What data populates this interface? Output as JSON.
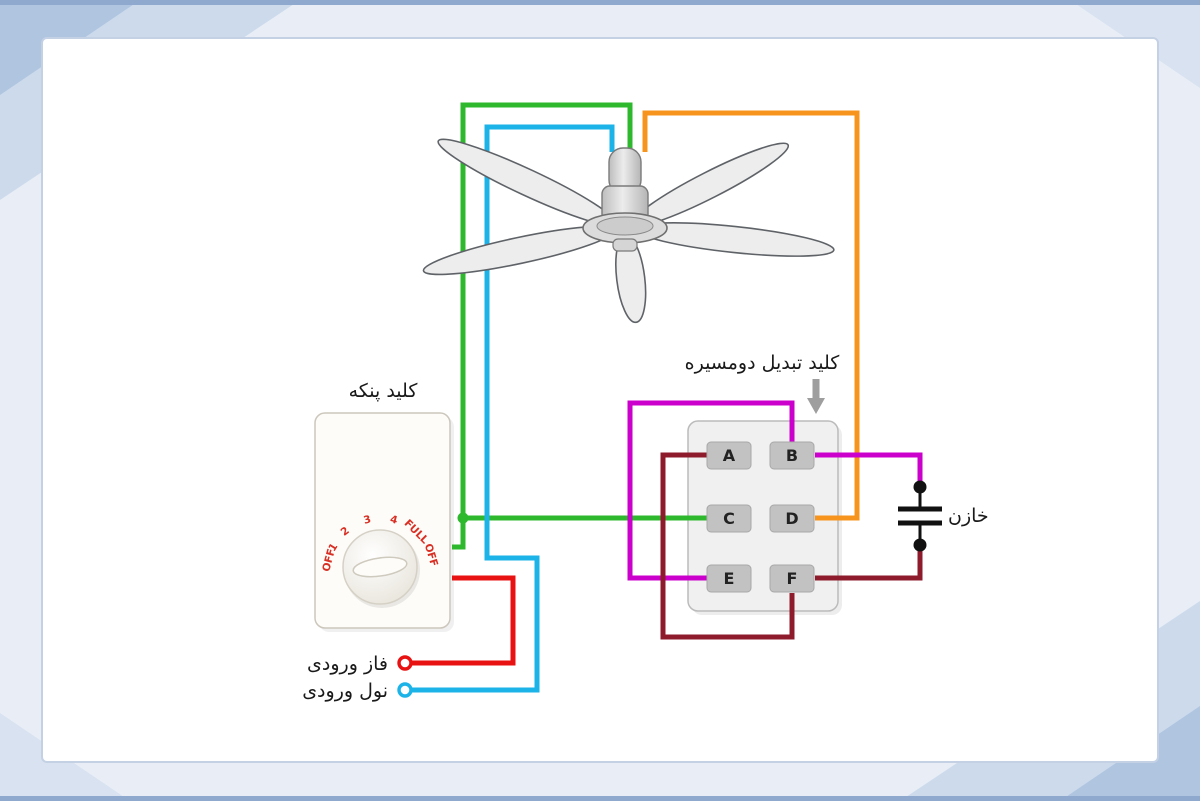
{
  "labels": {
    "fan_switch": "کلید پنکه",
    "changeover_switch": "کلید تبدیل دومسیره",
    "capacitor": "خازن",
    "phase_input": "فاز ورودی",
    "neutral_input": "نول ورودی"
  },
  "terminals": [
    "A",
    "B",
    "C",
    "D",
    "E",
    "F"
  ],
  "dial": [
    "OFF",
    "1",
    "2",
    "3",
    "4",
    "FULL",
    "OFF"
  ],
  "colors": {
    "green": "#2eb82e",
    "cyan": "#1bb3e8",
    "orange": "#f7941d",
    "magenta": "#cc00cc",
    "red": "#e81212",
    "maroon": "#8e1b2c",
    "black": "#111111"
  }
}
